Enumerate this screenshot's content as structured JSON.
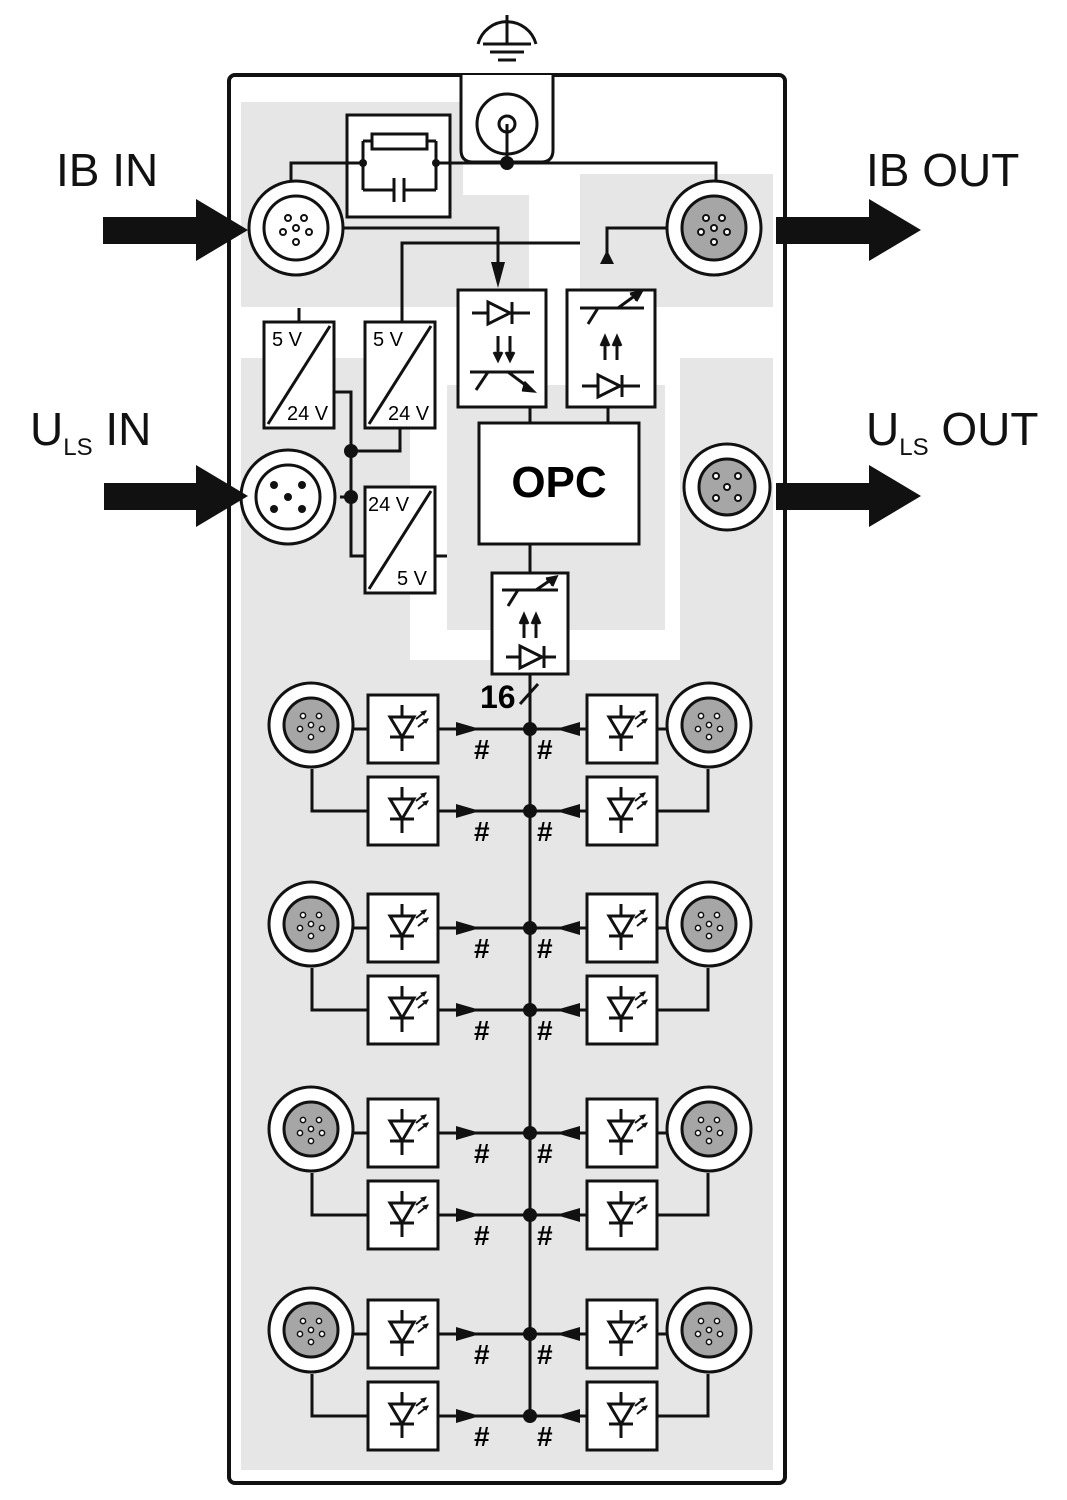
{
  "labels": {
    "ib_in": "IB IN",
    "ib_out": "IB OUT",
    "uls_in_main": "U",
    "uls_in_sub": "LS",
    "uls_in_rest": " IN",
    "uls_out_main": "U",
    "uls_out_sub": "LS",
    "uls_out_rest": " OUT"
  },
  "converters": {
    "conv1_top": "5 V",
    "conv1_bottom": "24 V",
    "conv2_top": "5 V",
    "conv2_bottom": "24 V",
    "conv3_top": "24 V",
    "conv3_bottom": "5 V"
  },
  "processor": {
    "label": "OPC"
  },
  "bus": {
    "width_label": "16",
    "bus_mark": "#"
  },
  "colors": {
    "line": "#111111",
    "zone_fill": "#e6e6e6",
    "connector_pin_fill": "#a6a6a6"
  }
}
